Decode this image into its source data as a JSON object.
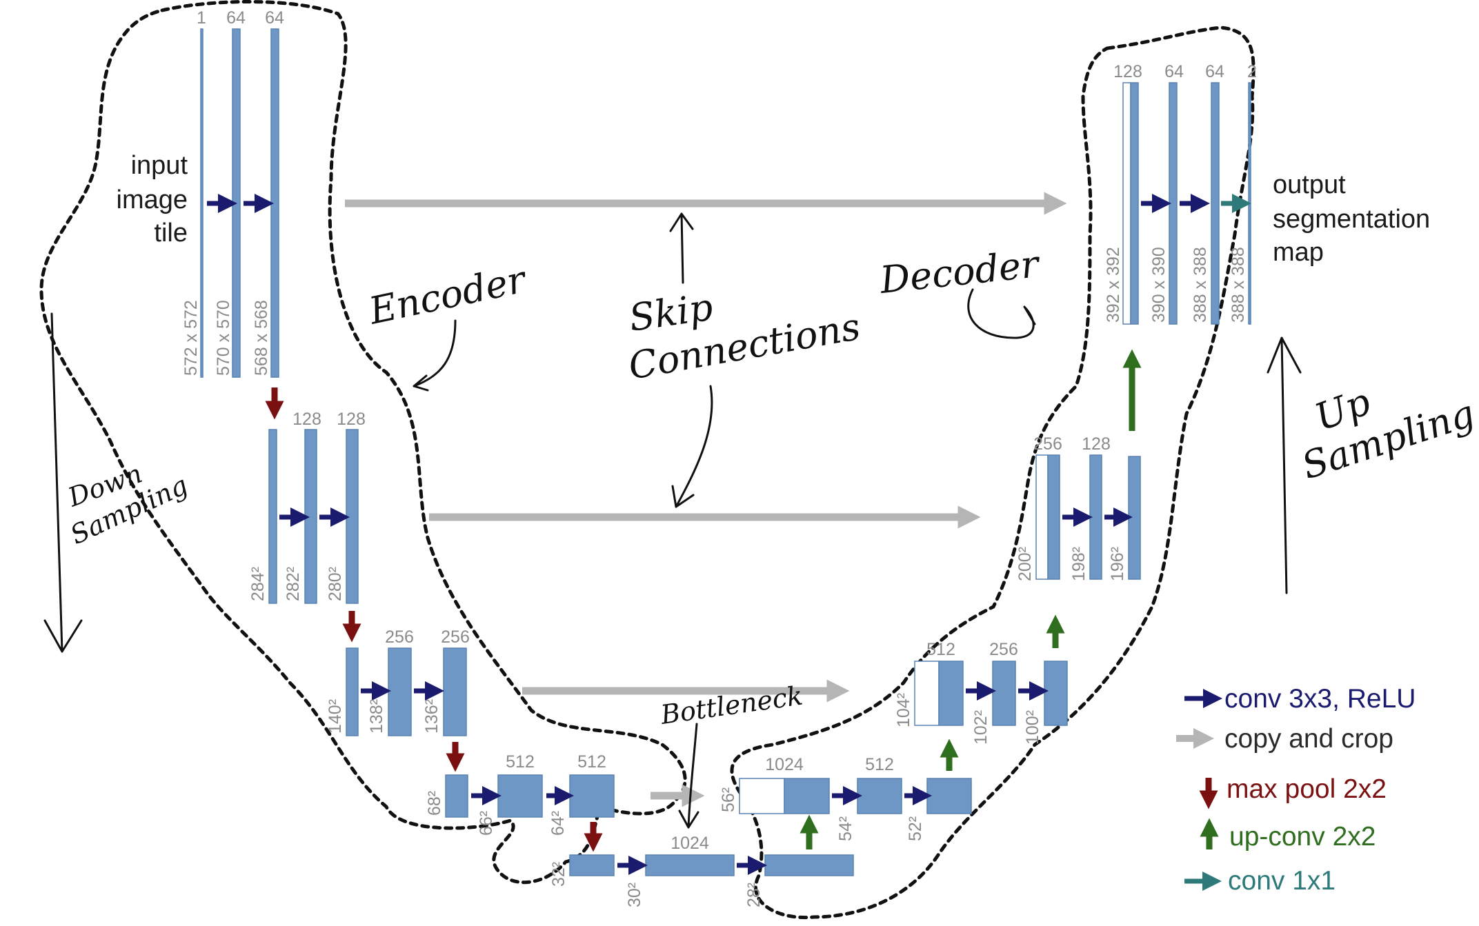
{
  "encoder_channels": {
    "l1": [
      "1",
      "64",
      "64"
    ],
    "l2": [
      "128",
      "128"
    ],
    "l3": [
      "256",
      "256"
    ],
    "l4": [
      "512",
      "512"
    ],
    "l5": [
      "1024"
    ]
  },
  "decoder_channels": {
    "d4": [
      "1024",
      "512"
    ],
    "d3": [
      "512",
      "256"
    ],
    "d2": [
      "256",
      "128"
    ],
    "d1": [
      "128",
      "64",
      "64",
      "2"
    ]
  },
  "sizes": {
    "l1": [
      "572 x 572",
      "570 x 570",
      "568 x 568"
    ],
    "l2": [
      "284²",
      "282²",
      "280²"
    ],
    "l3": [
      "140²",
      "138²",
      "136²"
    ],
    "l4": [
      "68²",
      "66²",
      "64²"
    ],
    "l5": [
      "32²",
      "30²",
      "28²"
    ],
    "d4": [
      "56²",
      "54²",
      "52²"
    ],
    "d3": [
      "104²",
      "102²",
      "100²"
    ],
    "d2": [
      "200²",
      "198²",
      "196²"
    ],
    "d1": [
      "392 x 392",
      "390 x 390",
      "388 x 388",
      "388 x 388"
    ]
  },
  "input_label": [
    "input",
    "image",
    "tile"
  ],
  "output_label": [
    "output",
    "segmentation",
    "map"
  ],
  "legend": [
    {
      "label": "conv 3x3, ReLU",
      "color": "#1a1a6e",
      "icon": "arrow-right-navy"
    },
    {
      "label": "copy and crop",
      "color": "#2a2a2a",
      "icon": "arrow-right-gray"
    },
    {
      "label": "max pool 2x2",
      "color": "#7a1010",
      "icon": "arrow-down-red"
    },
    {
      "label": "up-conv 2x2",
      "color": "#2e6e1e",
      "icon": "arrow-up-green"
    },
    {
      "label": "conv 1x1",
      "color": "#2e7a7a",
      "icon": "arrow-right-teal"
    }
  ],
  "annotations": {
    "encoder": "Encoder",
    "decoder": "Decoder",
    "skip": [
      "Skip",
      "Connections"
    ],
    "bottleneck": "Bottleneck",
    "down": [
      "Down",
      "Sampling"
    ],
    "up": [
      "Up",
      "Sampling"
    ]
  },
  "colors": {
    "block": "#6f97c6",
    "conv_arrow": "#1a1a6e",
    "copy_arrow": "#b5b5b5",
    "pool_arrow": "#7a1010",
    "upconv_arrow": "#2e6e1e",
    "conv1x1_arrow": "#2e7a7a"
  }
}
